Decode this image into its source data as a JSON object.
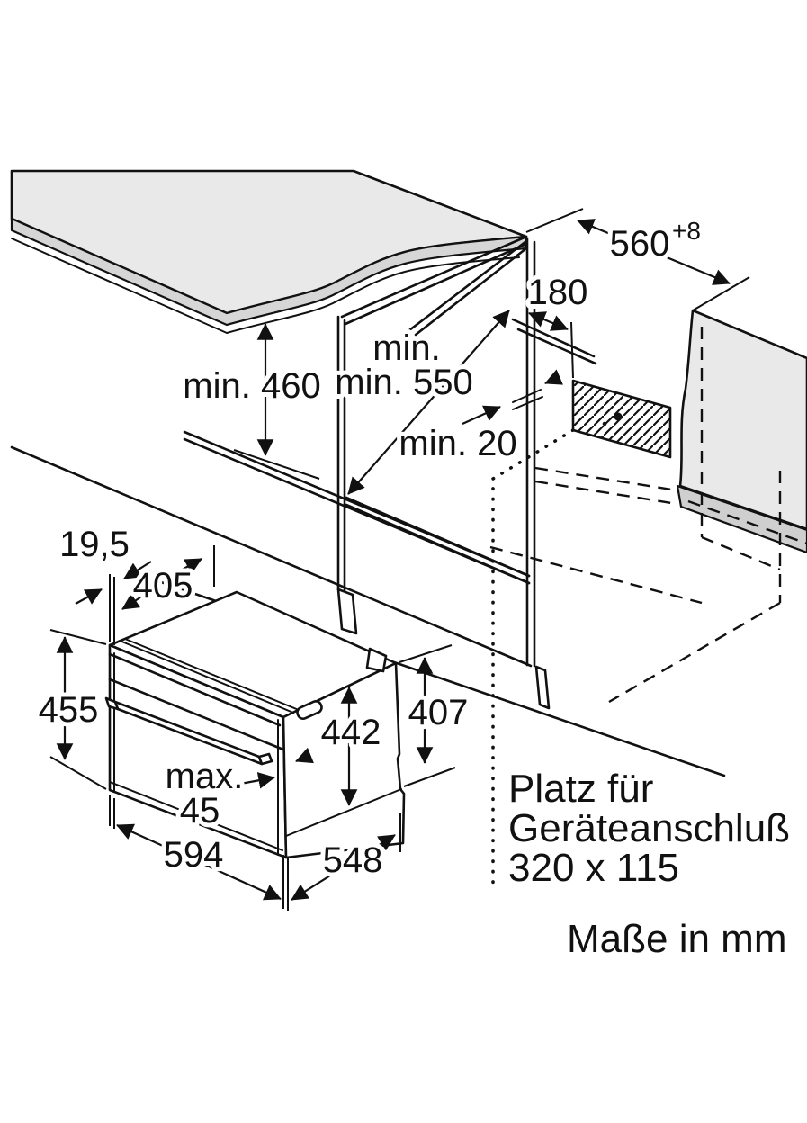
{
  "figure": {
    "title_hidden": "",
    "units_note": "Maße in mm",
    "connection_note": {
      "line1": "Platz für",
      "line2": "Geräteanschluß",
      "line3": "320 x 115"
    },
    "niche_view": {
      "width_value": "560",
      "width_tolerance": "+8",
      "conn_offset": "180",
      "depth": "min. 550",
      "height": "min. 460",
      "rear_gap": "min. 20"
    },
    "oven_view": {
      "front_overhang": "19,5",
      "top_depth": "405",
      "front_height": "455",
      "body_height": "442",
      "rear_height": "407",
      "max_protrusion_l1": "max.",
      "max_protrusion_l2": "45",
      "front_width": "594",
      "body_depth": "548"
    },
    "colors": {
      "line": "#111111",
      "counter_surface": "#e9e9e9",
      "edge_band": "#d6d6d6",
      "plinth_strip": "#cfcfcf"
    }
  }
}
